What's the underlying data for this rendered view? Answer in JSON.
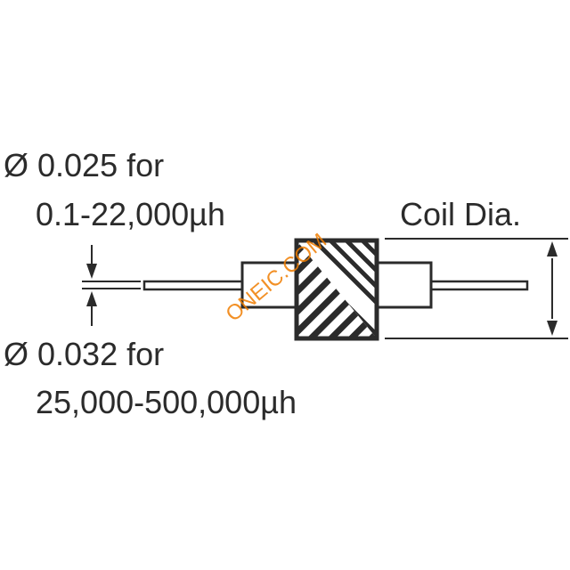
{
  "labels": {
    "lead_small_line1": "Ø 0.025 for",
    "lead_small_line2": "0.1-22,000µh",
    "lead_large_line1": "Ø 0.032 for",
    "lead_large_line2": "25,000-500,000µh",
    "coil_dia": "Coil Dia."
  },
  "watermark": {
    "text": "ONEIC.COM",
    "color": "#f07d00"
  },
  "colors": {
    "stroke": "#2b2b2b",
    "background": "#ffffff"
  }
}
